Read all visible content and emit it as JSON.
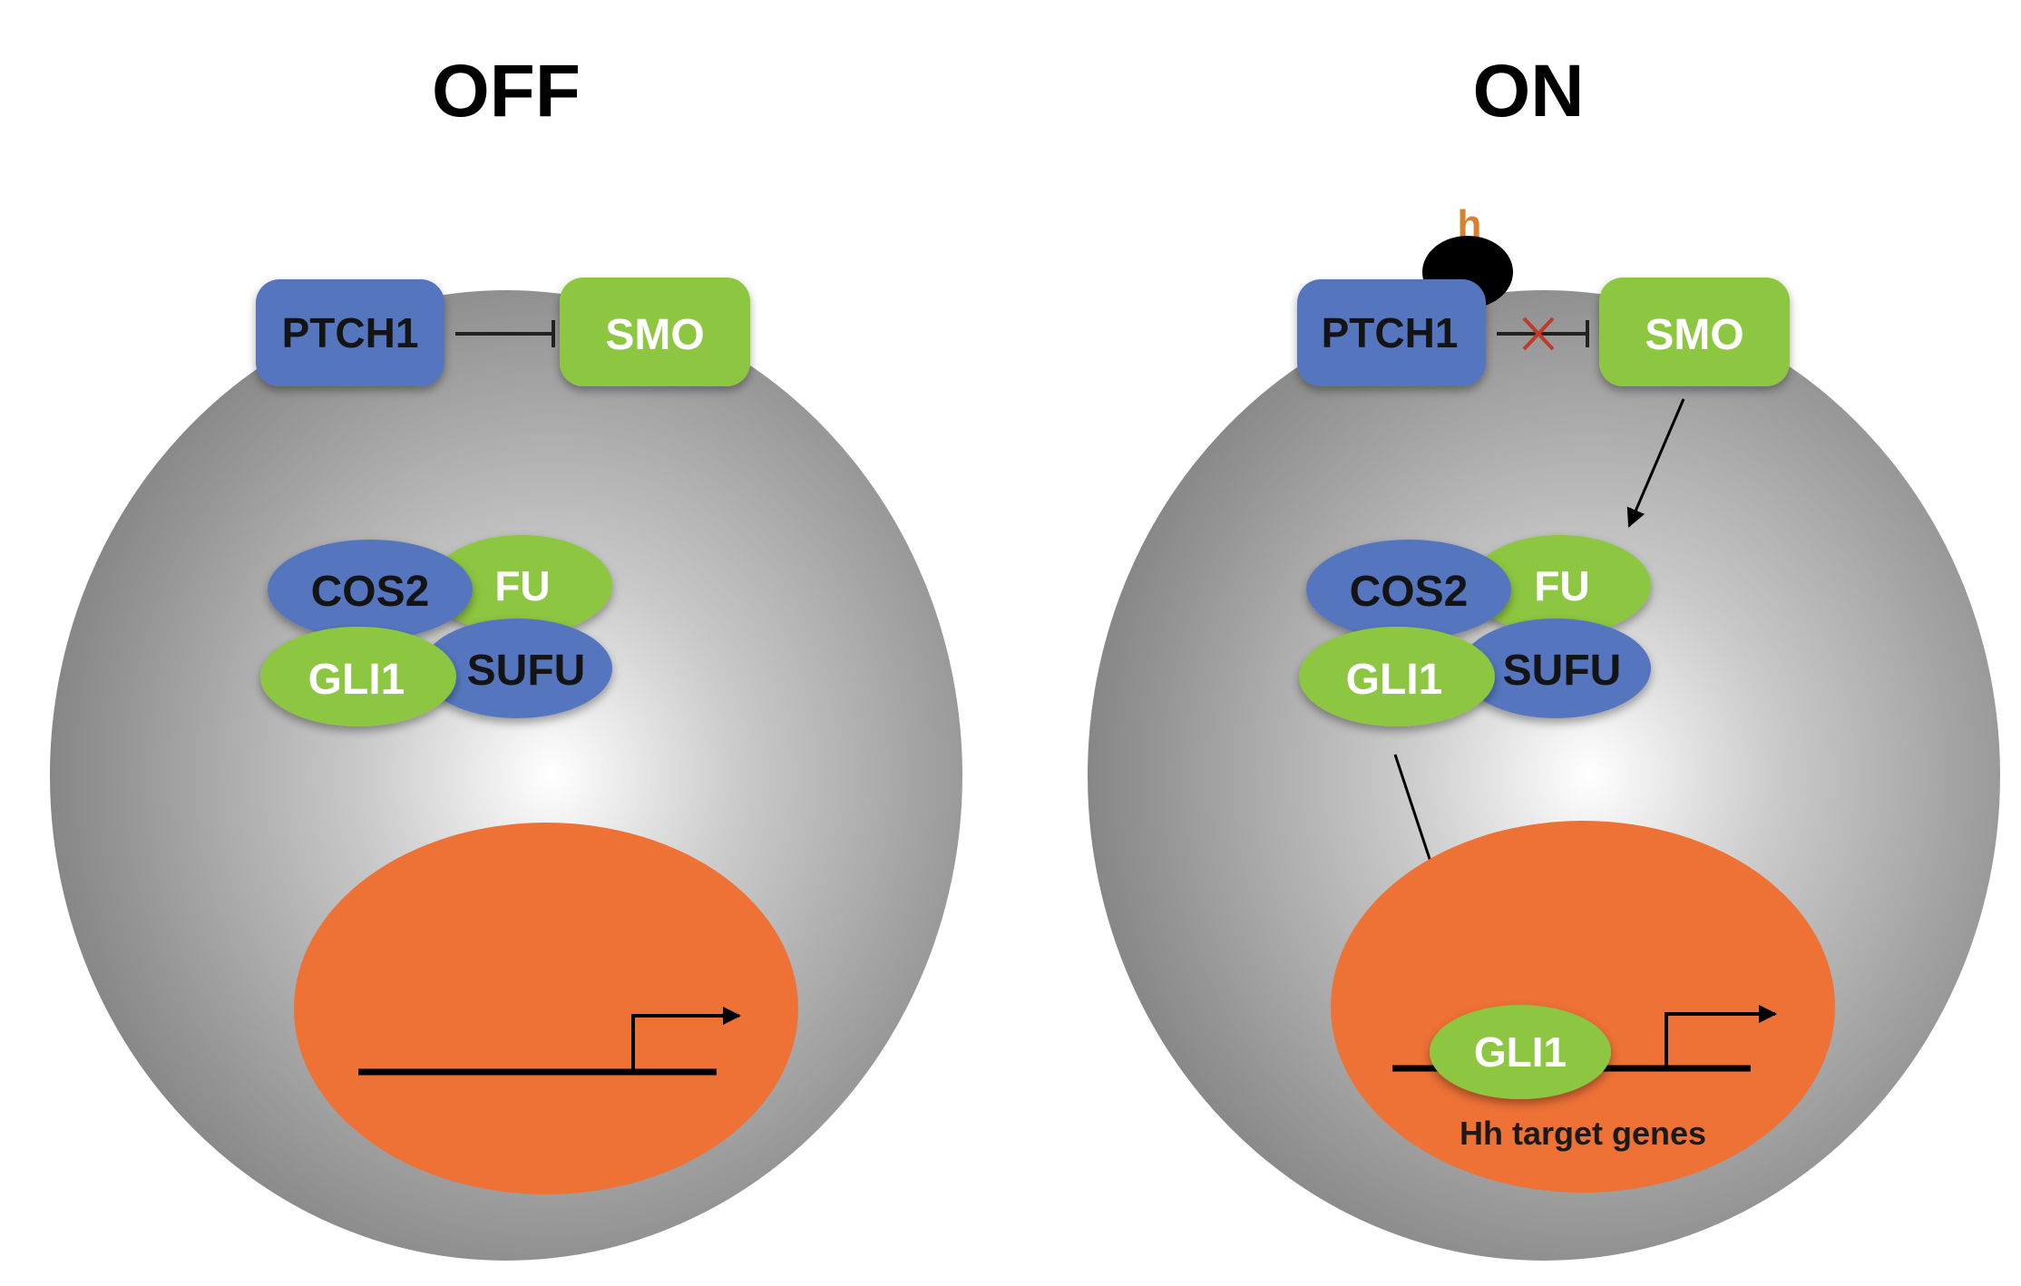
{
  "panels": {
    "off": {
      "title": "OFF",
      "membrane": {
        "ptch1": "PTCH1",
        "smo": "SMO"
      },
      "complex": {
        "cos2": "COS2",
        "fu": "FU",
        "gli1": "GLI1",
        "sufu": "SUFU"
      }
    },
    "on": {
      "title": "ON",
      "ligand_label": "h",
      "membrane": {
        "ptch1": "PTCH1",
        "smo": "SMO"
      },
      "complex": {
        "cos2": "COS2",
        "fu": "FU",
        "gli1": "GLI1",
        "sufu": "SUFU"
      },
      "nucleus": {
        "gli1": "GLI1",
        "target_genes": "Hh target genes"
      }
    }
  },
  "colors": {
    "blue_protein": "#5576bf",
    "green_protein": "#8dc63f",
    "cell_gray": "#8e8e8e",
    "nucleus_orange": "#ee7136",
    "ligand": "#000000",
    "ligand_label": "#d9822b",
    "block_mark": "#c0392b"
  }
}
